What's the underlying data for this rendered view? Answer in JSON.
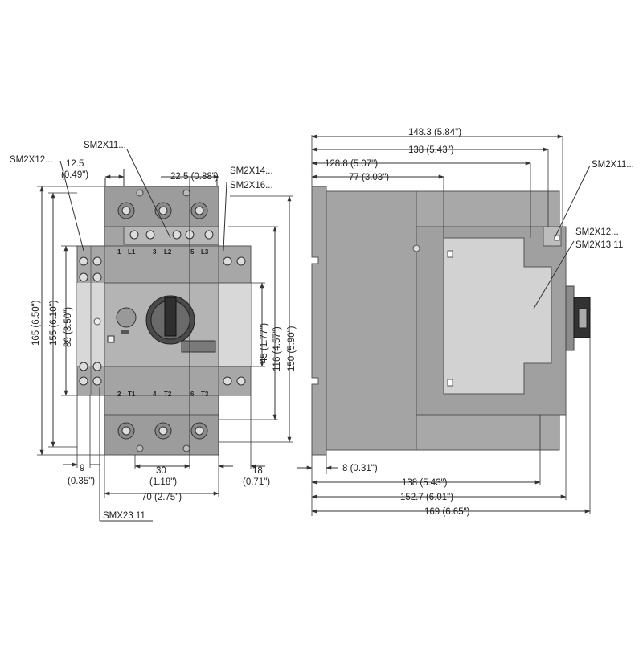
{
  "front_view": {
    "callouts": {
      "aux_left": "SM2X12...",
      "aux_top": "SM2X11...",
      "aux_right_1": "SM2X14...",
      "aux_right_2": "SM2X16...",
      "bottom_module": "SMX23 11"
    },
    "terminals_top": [
      "1",
      "L1",
      "3",
      "L2",
      "5",
      "L3"
    ],
    "terminals_bottom": [
      "2",
      "T1",
      "4",
      "T2",
      "6",
      "T3"
    ],
    "dims": {
      "w_12_5": "12.5",
      "w_12_5_in": "(0.49\")",
      "w_22_5": "22.5 (0.88\")",
      "h_165": "165 (6.50\")",
      "h_155": "155 (6.10\")",
      "h_89": "89 (3.50\")",
      "h_45": "45 (1.77\")",
      "h_116": "116 (4.57\")",
      "h_150": "150 (5.90\")",
      "w_9": "9",
      "w_9_in": "(0.35\")",
      "w_30": "30",
      "w_30_in": "(1.18\")",
      "w_18": "18",
      "w_18_in": "(0.71\")",
      "w_70": "70 (2.75\")"
    }
  },
  "side_view": {
    "callouts": {
      "aux_top": "SM2X11...",
      "aux_side_1": "SM2X12...",
      "aux_side_2": "SM2X13 11"
    },
    "dims": {
      "d_148_3": "148.3 (5.84\")",
      "d_138_top": "138 (5.43\")",
      "d_128_8": "128.8 (5.07\")",
      "d_77": "77 (3.03\")",
      "d_8": "8 (0.31\")",
      "d_138_bot": "138 (5.43\")",
      "d_152_7": "152.7 (6.01\")",
      "d_169": "169 (6.65\")"
    }
  },
  "colors": {
    "body": "#a4a4a4",
    "body_dark": "#8c8c8c",
    "panel_light": "#cfcfcf",
    "line": "#333333"
  }
}
